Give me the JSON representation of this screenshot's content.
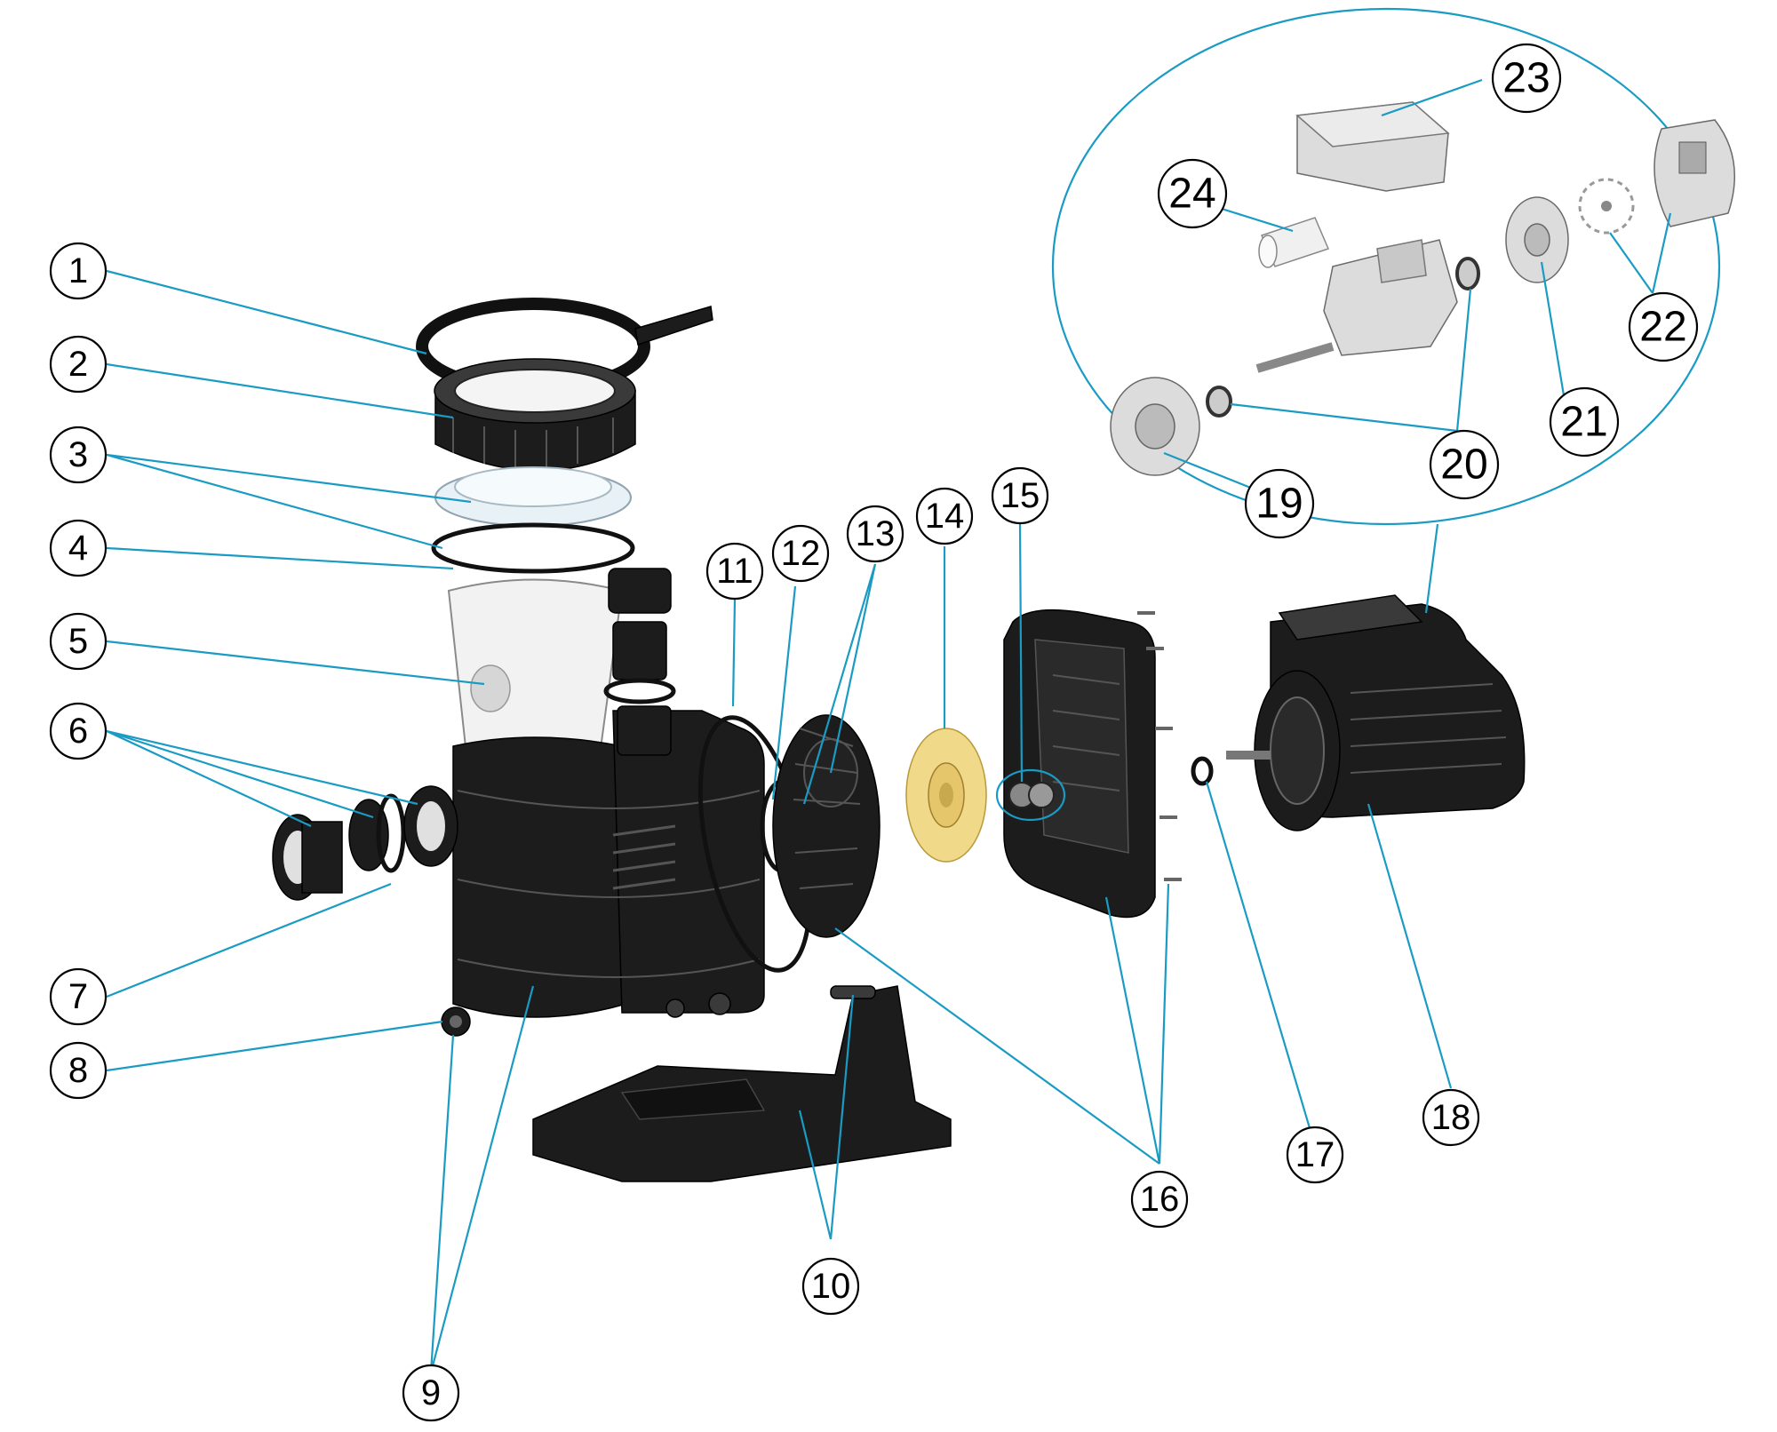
{
  "diagram": {
    "callouts": [
      {
        "id": "1",
        "label": "1"
      },
      {
        "id": "2",
        "label": "2"
      },
      {
        "id": "3",
        "label": "3"
      },
      {
        "id": "4",
        "label": "4"
      },
      {
        "id": "5",
        "label": "5"
      },
      {
        "id": "6",
        "label": "6"
      },
      {
        "id": "7",
        "label": "7"
      },
      {
        "id": "8",
        "label": "8"
      },
      {
        "id": "9",
        "label": "9"
      },
      {
        "id": "10",
        "label": "10"
      },
      {
        "id": "11",
        "label": "11"
      },
      {
        "id": "12",
        "label": "12"
      },
      {
        "id": "13",
        "label": "13"
      },
      {
        "id": "14",
        "label": "14"
      },
      {
        "id": "15",
        "label": "15"
      },
      {
        "id": "16",
        "label": "16"
      },
      {
        "id": "17",
        "label": "17"
      },
      {
        "id": "18",
        "label": "18"
      },
      {
        "id": "19",
        "label": "19"
      },
      {
        "id": "20",
        "label": "20"
      },
      {
        "id": "21",
        "label": "21"
      },
      {
        "id": "22",
        "label": "22"
      },
      {
        "id": "23",
        "label": "23"
      },
      {
        "id": "24",
        "label": "24"
      }
    ],
    "colors": {
      "leader_line": "#1a9bc4",
      "callout_outline": "#000000",
      "impeller": "#f1d98a"
    }
  }
}
